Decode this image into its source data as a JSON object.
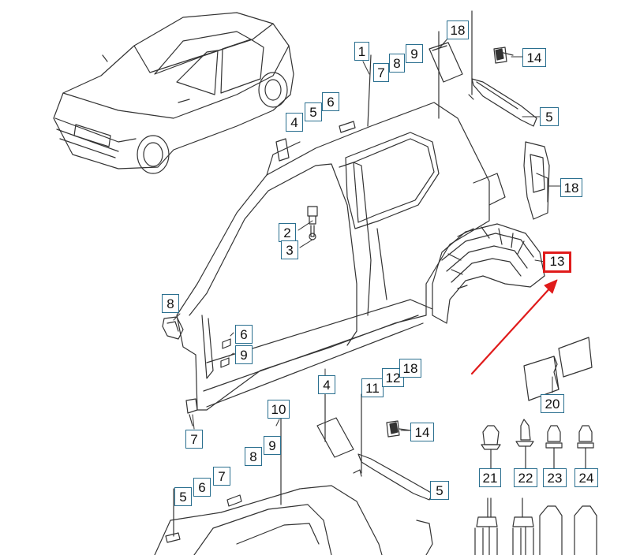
{
  "callouts": {
    "c1": "1",
    "c7a": "7",
    "c8a": "8",
    "c9a": "9",
    "c18a": "18",
    "c14a": "14",
    "c4a": "4",
    "c5a": "5",
    "c6a": "6",
    "c5b": "5",
    "c18b": "18",
    "c2": "2",
    "c3": "3",
    "c13": "13",
    "c8b": "8",
    "c6b": "6",
    "c9b": "9",
    "c7b": "7",
    "c4b": "4",
    "c11": "11",
    "c12": "12",
    "c18c": "18",
    "c10": "10",
    "c14b": "14",
    "c9c": "9",
    "c8c": "8",
    "c7c": "7",
    "c6c": "6",
    "c5c": "5",
    "c5d": "5",
    "c20": "20",
    "c21": "21",
    "c22": "22",
    "c23": "23",
    "c24": "24"
  },
  "colors": {
    "line": "#333333",
    "callout_border": "#2a6f8f",
    "highlight": "#e01b1b"
  },
  "highlighted_part": "13"
}
